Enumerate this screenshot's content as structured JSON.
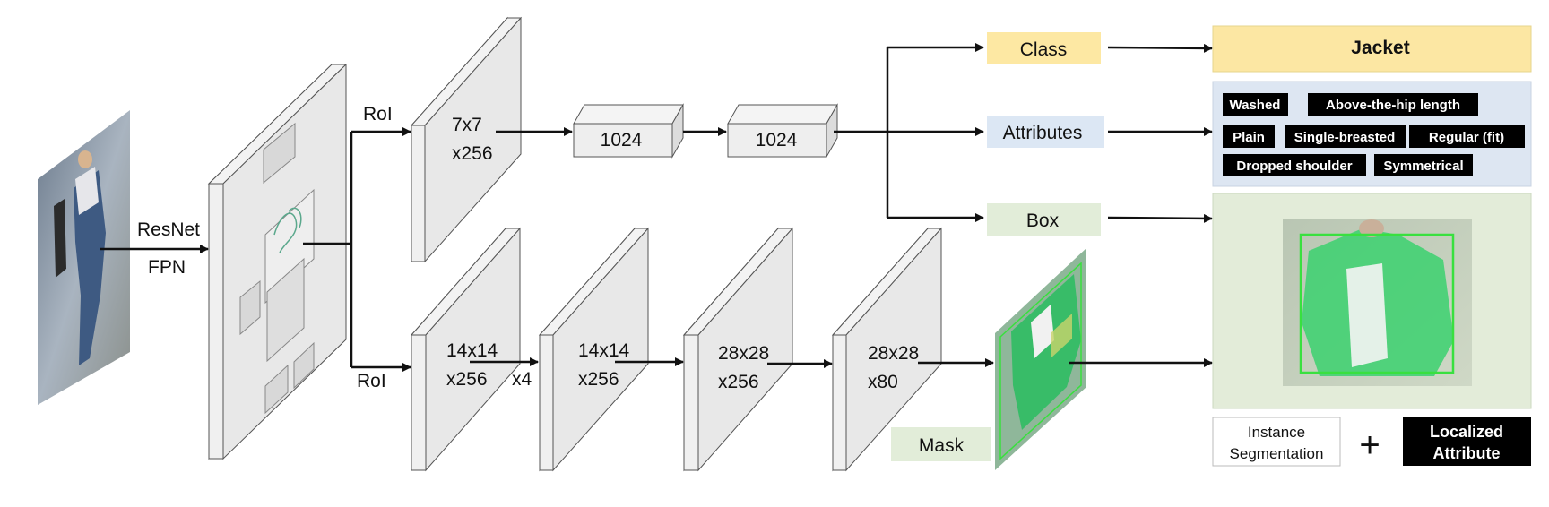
{
  "backbone": {
    "line1": "ResNet",
    "line2": "FPN"
  },
  "roi": {
    "top": "RoI",
    "bottom": "RoI"
  },
  "head_top": {
    "feature": {
      "line1": "7x7",
      "line2": "x256"
    },
    "fc1": "1024",
    "fc2": "1024"
  },
  "outputs": {
    "class": "Class",
    "attributes": "Attributes",
    "box": "Box",
    "mask": "Mask"
  },
  "mask_branch": {
    "f1": {
      "line1": "14x14",
      "line2": "x256"
    },
    "repeat": "x4",
    "f2": {
      "line1": "14x14",
      "line2": "x256"
    },
    "f3": {
      "line1": "28x28",
      "line2": "x256"
    },
    "f4": {
      "line1": "28x28",
      "line2": "x80"
    }
  },
  "results": {
    "class_value": "Jacket",
    "attributes": [
      "Washed",
      "Above-the-hip length",
      "Plain",
      "Single-breasted",
      "Regular (fit)",
      "Dropped shoulder",
      "Symmetrical"
    ]
  },
  "legend": {
    "instance_line1": "Instance",
    "instance_line2": "Segmentation",
    "plus": "+",
    "localized_line1": "Localized",
    "localized_line2": "Attribute"
  },
  "colors": {
    "class_box": "#fde8a3",
    "attributes_box": "#dce7f4",
    "box_box": "#e2edd9",
    "mask_box": "#e2edd9",
    "result_box_bg": "#e3ecd9",
    "attr_panel_bg": "#dde6f2",
    "jacket_bg": "#fce7a3",
    "tag_bg": "#000000",
    "tag_text": "#ffffff",
    "slab_front": "#cfcfcf",
    "slab_side": "#e8e8e8",
    "slab_top": "#f4f4f4",
    "mask_green": "#3bd16f",
    "bbox_green": "#39e03f"
  },
  "icons": [
    "person-photo",
    "mask-photo",
    "segmentation-photo"
  ]
}
